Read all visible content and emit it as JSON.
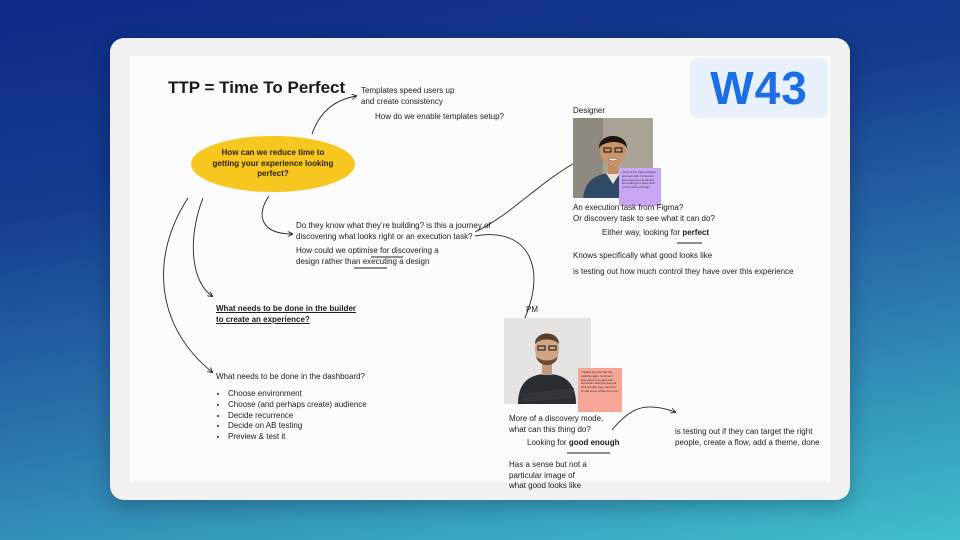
{
  "title": "TTP = Time To Perfect",
  "week_badge": "W43",
  "question": "How can we reduce time to getting your experience looking perfect?",
  "branch_templates": {
    "line1": "Templates speed users up",
    "line2": "and create consistency",
    "followup": "How do we enable templates setup?"
  },
  "branch_journey": {
    "line1": "Do they know what they’re building? is this a journey of",
    "line2": "discovering what looks right or an execution task?",
    "q_pre": "How could we optimise for ",
    "q_word1": "discovering",
    "q_mid": " a",
    "q_line2_pre": "design rather than ",
    "q_word2": "executing",
    "q_line2_post": " a design"
  },
  "builder": {
    "line1": "What needs to be done in the builder",
    "line2": "to create an experience?"
  },
  "dashboard": {
    "heading": "What needs to be done in the dashboard?",
    "items": [
      "Choose environment",
      "Choose (and perhaps create) audience",
      "Decide recurrence",
      "Decide on AB testing",
      "Preview & test it"
    ]
  },
  "designer": {
    "label": "Designer",
    "sticky_text": "“One of the main reasons we went with Unbounce was because we felt like we could get it there and control a lot of things”",
    "line1": "An execution task from Figma?",
    "line2": "Or discovery task to see what it can do?",
    "looking_pre": "Either way, looking for ",
    "looking_word": "perfect",
    "knows": "Knows specifically what good looks like",
    "testing": "is testing out how much control they have over this experience"
  },
  "pm": {
    "label": "PM",
    "sticky_text": "“Initially we just had the walkthroughs, but then I was playing around with launchers and just thought, well actually they can kind of self serve a little bit more”",
    "line1": "More of a discovery mode,",
    "line2": "what can this thing do?",
    "looking_pre": "Looking for ",
    "looking_word": "good enough",
    "sense1": "Has a sense but not a",
    "sense2": "particular image of",
    "sense3": "what good looks like",
    "target1": "is testing out if they can target the right",
    "target2": "people, create a flow, add a theme, done"
  },
  "colors": {
    "oval": "#f7c61f",
    "badge_text": "#1b6fe6",
    "badge_bg": "#e8f1fb",
    "designer_sticky": "#c9a6f3",
    "pm_sticky": "#f7a597"
  }
}
